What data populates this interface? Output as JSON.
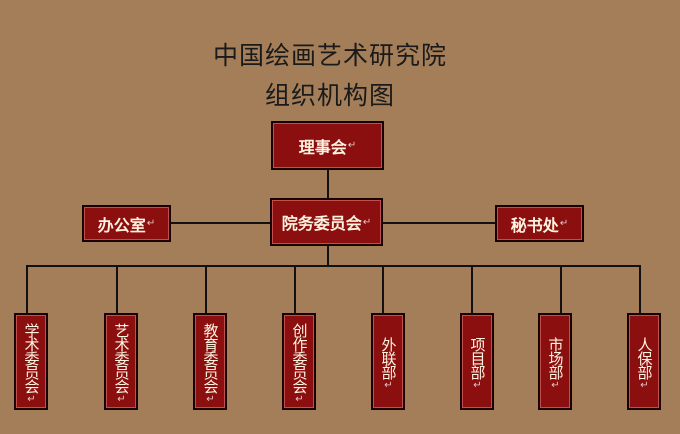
{
  "title_line1": "中国绘画艺术研究院",
  "title_line2": "组织机构图",
  "para_mark": "↵",
  "nodes": {
    "board": "理事会",
    "committee": "院务委员会",
    "office": "办公室",
    "secretariat": "秘书处"
  },
  "departments": [
    "学术委员会",
    "艺术委员会",
    "教育委员会",
    "创作委员会",
    "外联部",
    "项目部",
    "市场部",
    "人保部"
  ],
  "colors": {
    "background": "#a47e59",
    "box_fill": "#8b0f0f",
    "box_text": "#fff3e0",
    "line": "#111111"
  }
}
